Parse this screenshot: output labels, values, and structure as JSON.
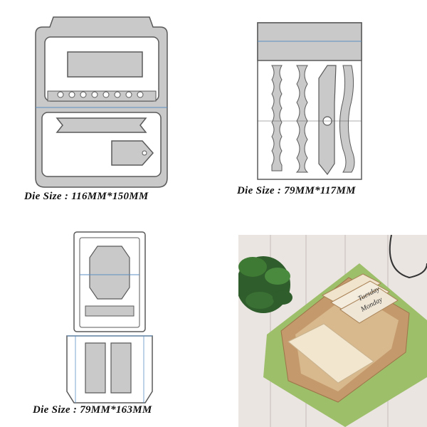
{
  "captions": {
    "die1": "Die Size : 116MM*150MM",
    "die2": "Die Size : 79MM*117MM",
    "die3": "Die Size : 79MM*163MM"
  },
  "photo": {
    "labels": [
      "Tuesday",
      "Monday"
    ]
  },
  "colors": {
    "die_metal": "#c9c9c9",
    "die_edge": "#5a5a5a",
    "fold_line": "#5b8fc4",
    "kraft": "#c49a6c",
    "wood": "#e9e3df",
    "felt": "#9dbf6a"
  }
}
